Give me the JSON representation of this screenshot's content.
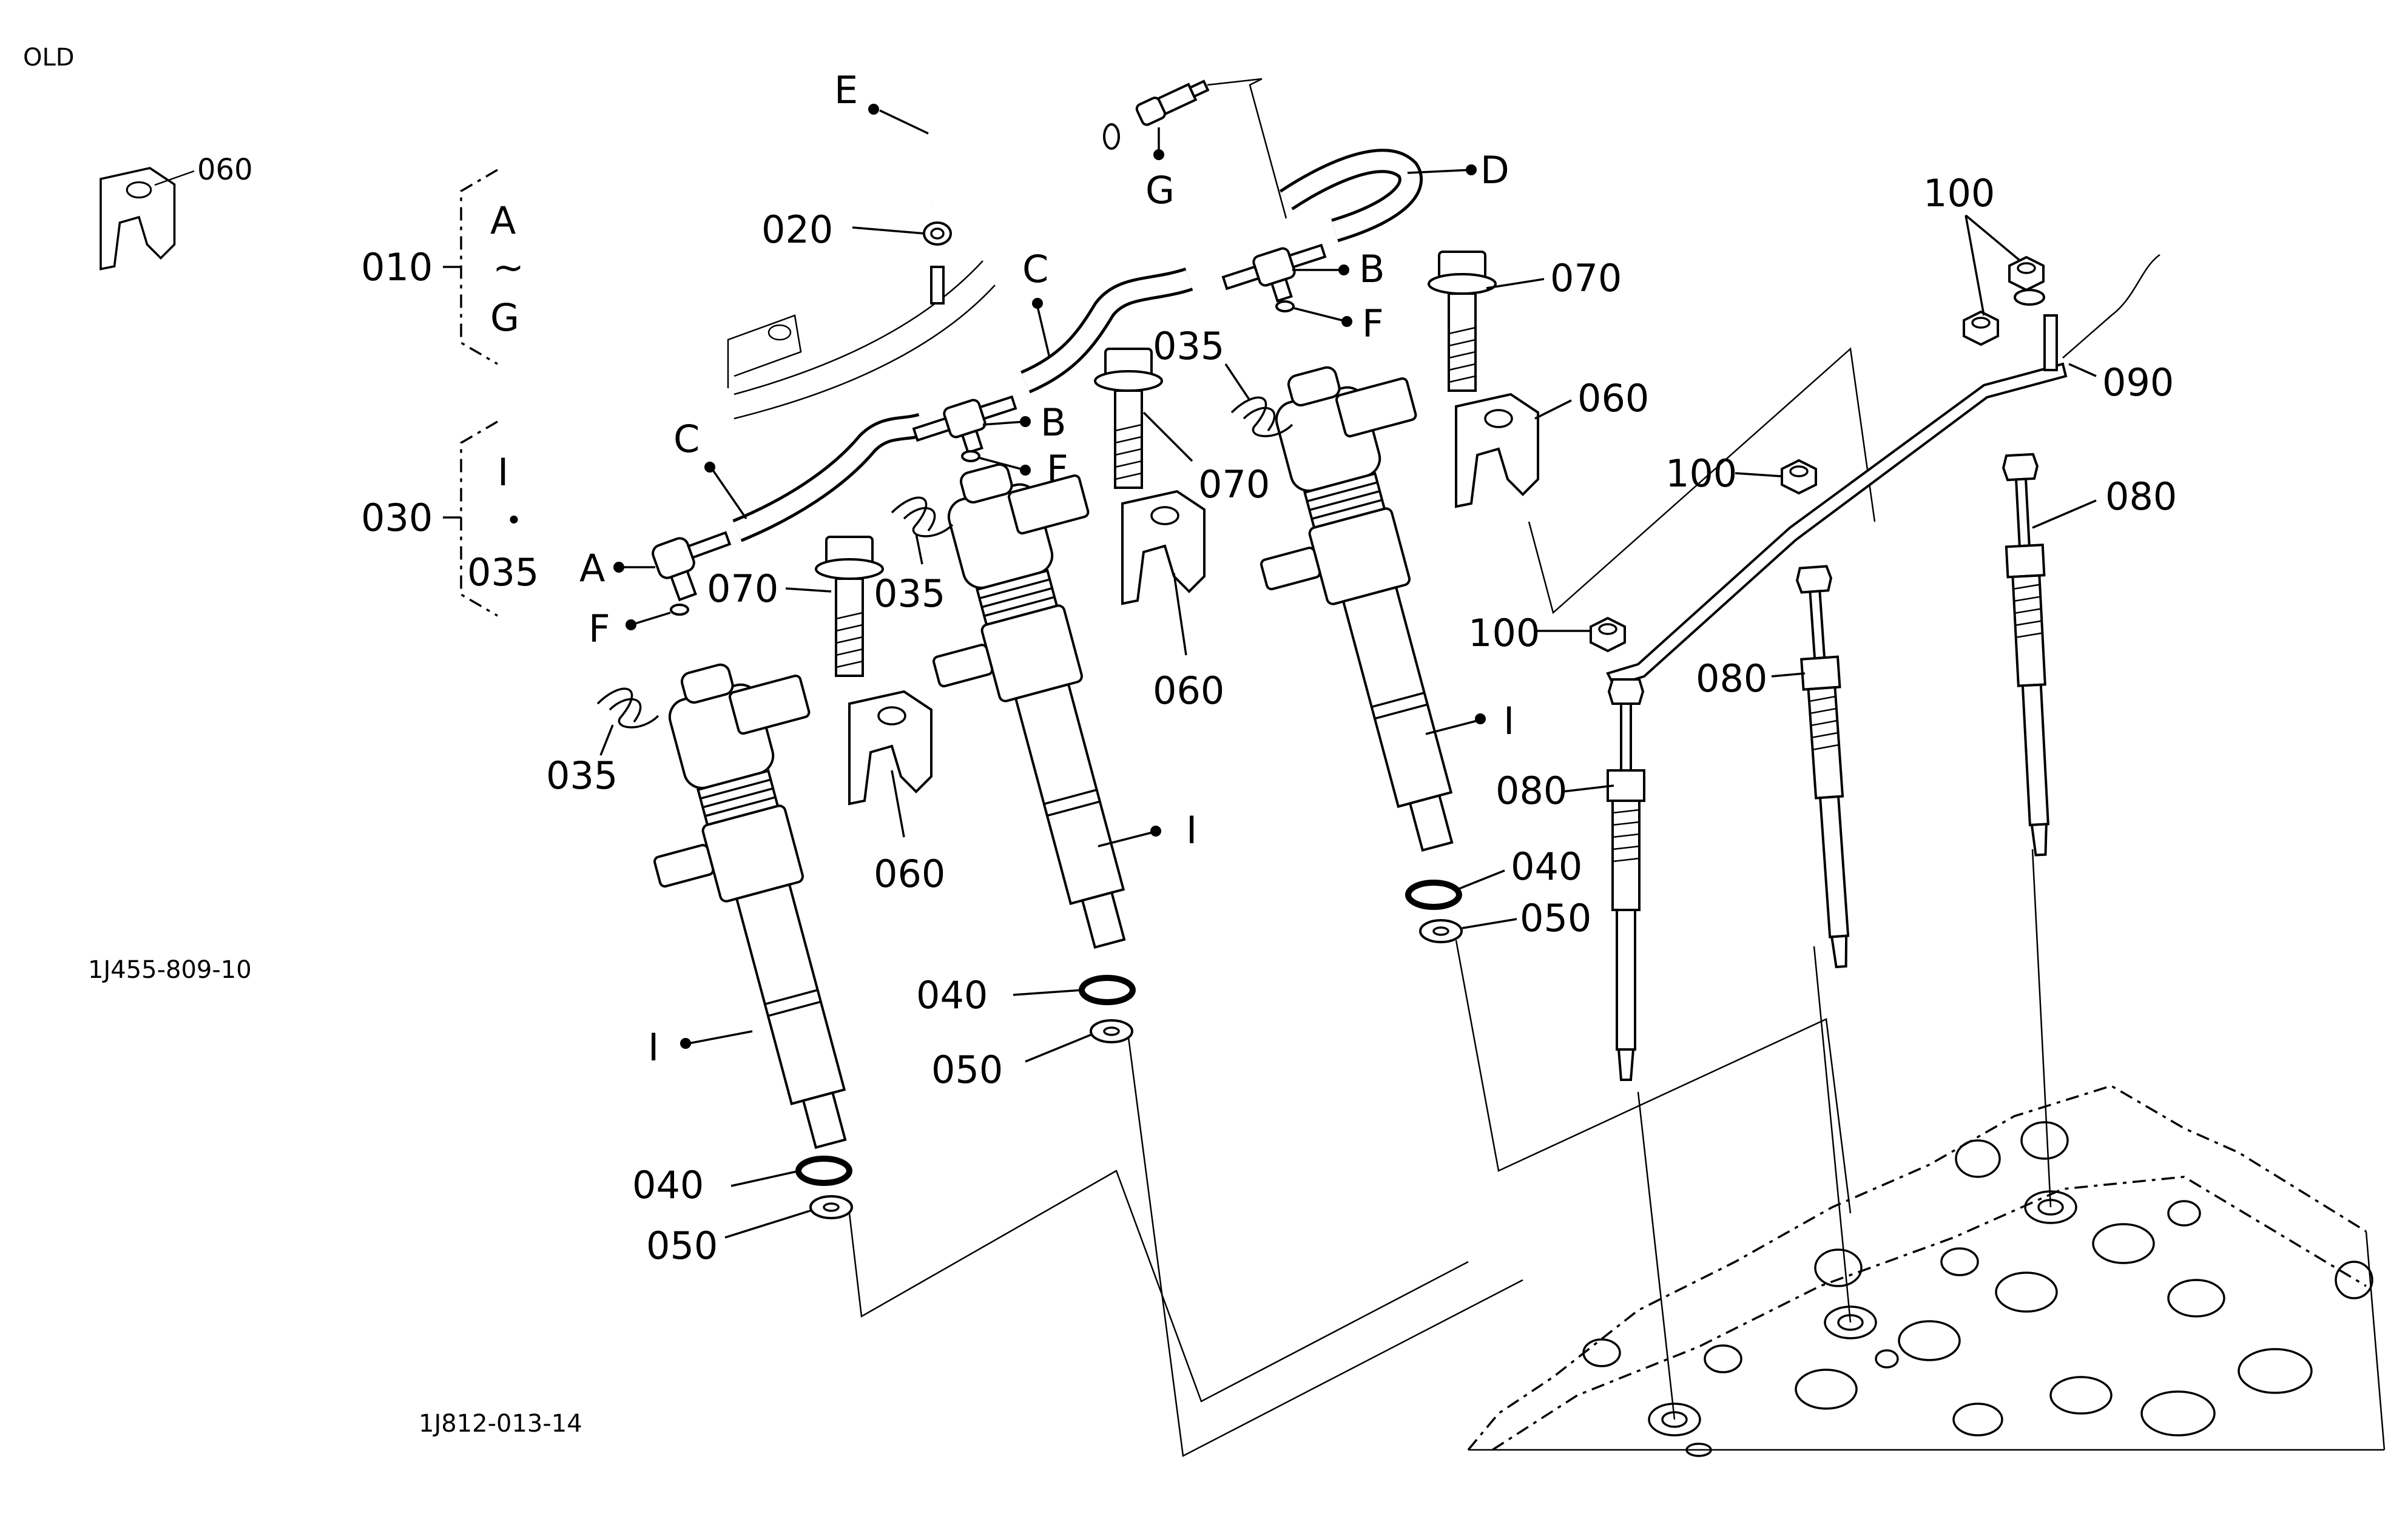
{
  "header": {
    "status": "OLD"
  },
  "figure_codes": [
    "1J455-809-10",
    "1J812-013-14"
  ],
  "groups": [
    {
      "number": "010",
      "range_start": "A",
      "range_sep": "~",
      "range_end": "G"
    },
    {
      "number": "030",
      "range_start": "I",
      "range_sep": "・",
      "range_end": "035"
    }
  ],
  "callouts": {
    "old_060": "060",
    "E": "E",
    "G": "G",
    "D": "D",
    "020": "020",
    "C1": "C",
    "C2": "C",
    "B1": "B",
    "B2": "B",
    "F1": "F",
    "F2": "F",
    "F3": "F",
    "A": "A",
    "070a": "070",
    "070b": "070",
    "070c": "070",
    "035a": "035",
    "035b": "035",
    "035c": "035",
    "060a": "060",
    "060b": "060",
    "060c": "060",
    "Ia": "I",
    "Ib": "I",
    "Ic": "I",
    "040a": "040",
    "040b": "040",
    "040c": "040",
    "050a": "050",
    "050b": "050",
    "050c": "050",
    "100a": "100",
    "100b": "100",
    "100c": "100",
    "090": "090",
    "080a": "080",
    "080b": "080",
    "080c": "080"
  }
}
